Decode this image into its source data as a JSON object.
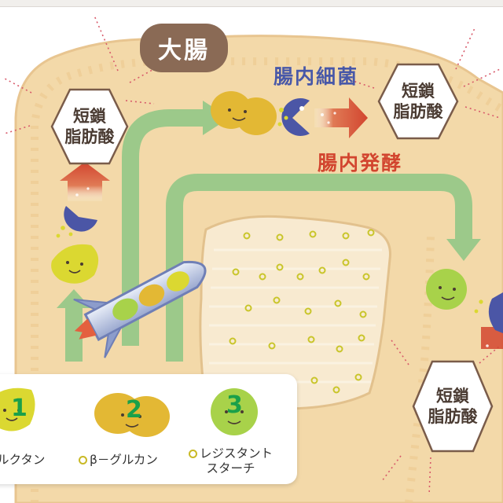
{
  "organ_label": "大腸",
  "short_chain_fatty_acid": {
    "line1": "短鎖",
    "line2": "脂肪酸"
  },
  "gut_bacteria_label": "腸内細菌",
  "gut_fermentation_label": "腸内発酵",
  "legend": {
    "items": [
      {
        "number": "1",
        "line1": "ルクタン",
        "line2": ""
      },
      {
        "number": "2",
        "line1": "β－グルカン",
        "line2": ""
      },
      {
        "number": "3",
        "line1": "レジスタント",
        "line2": "スターチ"
      }
    ]
  },
  "colors": {
    "intestine_fill": "#f3d9a9",
    "inner_fill": "#f6e6c4",
    "green_arrow": "#9cc98a",
    "bacteria_blue": "#4b56a6",
    "fermentation_red": "#d2452f",
    "fiber_1": "#dbd831",
    "fiber_2": "#e3b834",
    "fiber_3": "#a8d24a",
    "label_brown": "#8a6a55"
  }
}
